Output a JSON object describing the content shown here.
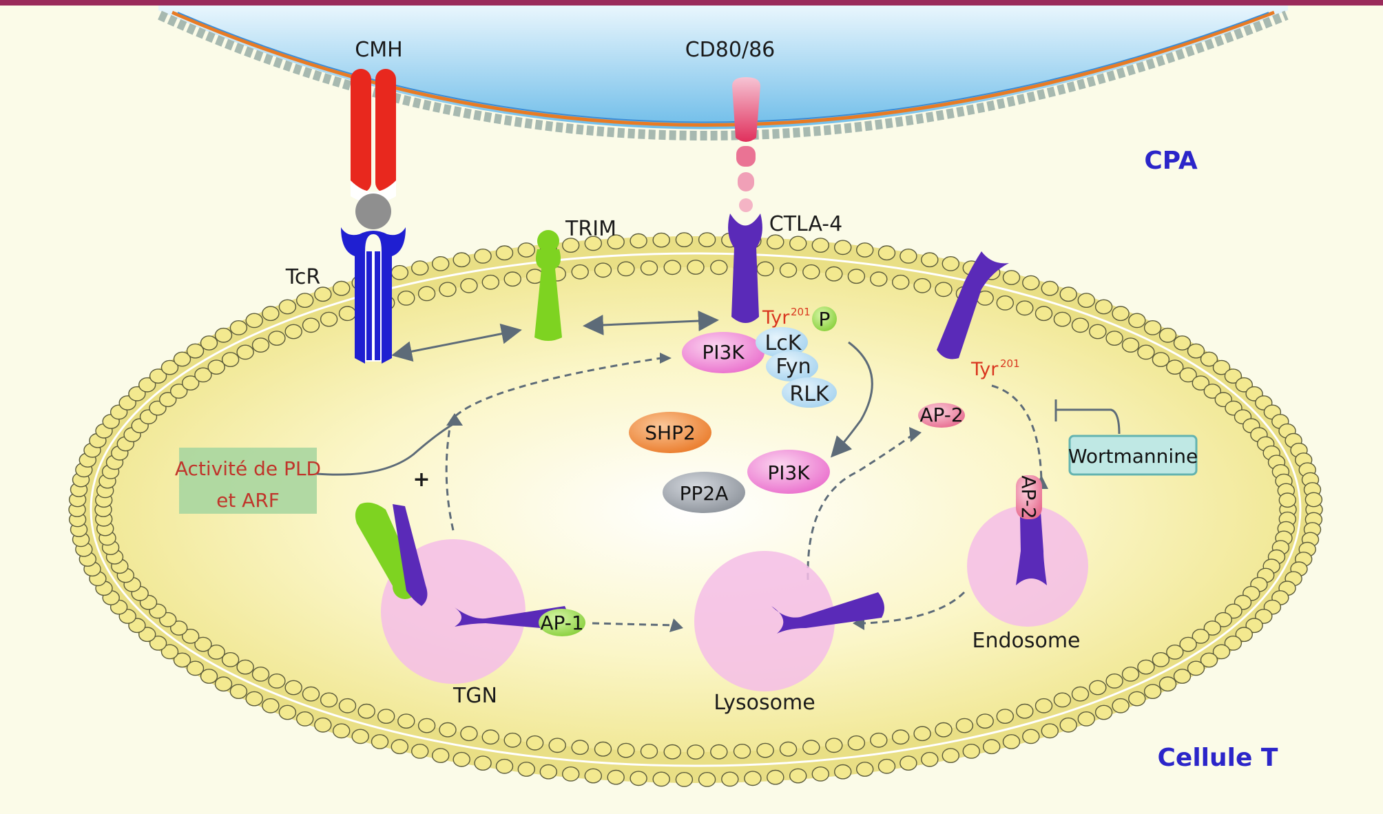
{
  "labels": {
    "cmh": "CMH",
    "cd80": "CD80/86",
    "cpa": "CPA",
    "ctla4": "CTLA-4",
    "trim": "TRIM",
    "tcr": "TcR",
    "tyr_top": "Tyr",
    "tyr_top_sup": "201",
    "p": "P",
    "pi3k_top": "PI3K",
    "lck": "LcK",
    "fyn": "Fyn",
    "rlk": "RLK",
    "tyr_right": "Tyr",
    "tyr_right_sup": "201",
    "ap2_mid": "AP-2",
    "ap2_endo": "AP-2",
    "wortmannine": "Wortmannine",
    "shp2": "SHP2",
    "pi3k_mid": "PI3K",
    "pp2a": "PP2A",
    "pld_line1": "Activité de PLD",
    "pld_line2": "et ARF",
    "plus": "+",
    "ap1": "AP-1",
    "tgn": "TGN",
    "lysosome": "Lysosome",
    "endosome": "Endosome",
    "cellule_t": "Cellule T"
  },
  "colors": {
    "apc_blue": "#7fc4ec",
    "cell_yellow": "#f2ec9c",
    "membrane_head": "#f2e88e",
    "mhc_red": "#e8281e",
    "tcr_blue": "#1f1fd1",
    "ctla4_purple": "#5a2ab8",
    "trim_green": "#7ed321",
    "pi3k_pink": "#f08ad6",
    "vesicle_pink": "#f4bde8",
    "shp2_orange": "#f08a3a",
    "pp2a_gray": "#9aa0a8",
    "kinase_blue": "#bde0f5",
    "wort_teal": "#bfe8e4",
    "pld_green": "#a9d6a0",
    "cell_label_blue": "#2b25c9"
  }
}
